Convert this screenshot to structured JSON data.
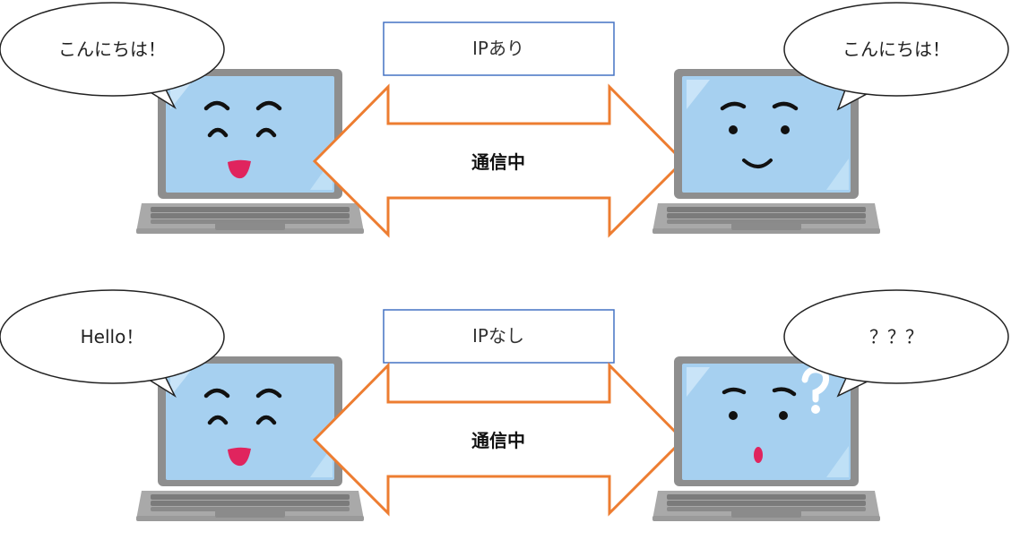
{
  "top_row": {
    "left_bubble": "こんにちは！",
    "right_bubble": "こんにちは！",
    "label": "IPあり",
    "arrow_text": "通信中"
  },
  "bottom_row": {
    "left_bubble": "Hello！",
    "right_bubble": "？？？",
    "label": "IPなし",
    "arrow_text": "通信中"
  },
  "colors": {
    "arrow_stroke": "#ed7d31",
    "label_border": "#4472c4",
    "screen": "#a6d0f0",
    "laptop_frame": "#9a9a9a",
    "mouth": "#e0245e"
  }
}
